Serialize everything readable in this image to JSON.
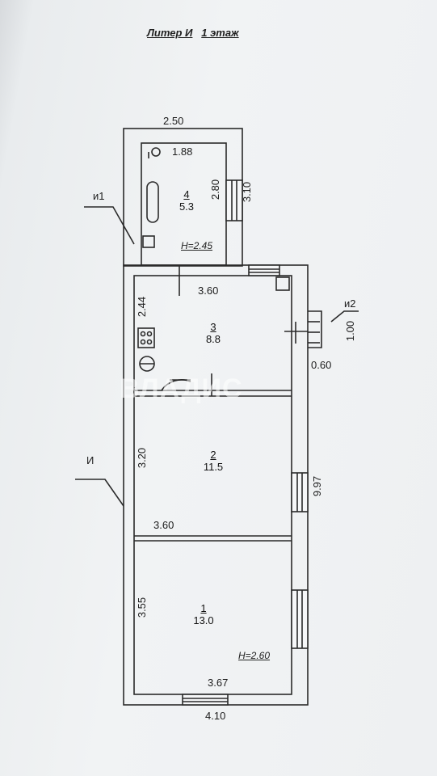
{
  "title": {
    "liter": "Литер И",
    "floor": "1 этаж"
  },
  "dimensions": {
    "top_width": "2.50",
    "room4_width": "1.88",
    "room4_height": "2.80",
    "annex_height": "3.10",
    "room3_width": "3.60",
    "room3_height": "2.44",
    "room2_height": "3.20",
    "room2_width": "3.60",
    "total_length": "9.97",
    "room1_height": "3.55",
    "room1_width": "3.67",
    "total_width": "4.10",
    "porch_depth": "1.00",
    "porch_width": "0.60"
  },
  "rooms": [
    {
      "number": "4",
      "area": "5.3"
    },
    {
      "number": "3",
      "area": "8.8"
    },
    {
      "number": "2",
      "area": "11.5"
    },
    {
      "number": "1",
      "area": "13.0"
    }
  ],
  "heights": {
    "annex": "H=2.45",
    "main": "H=2.60"
  },
  "leaders": {
    "i1": "и1",
    "i2": "и2",
    "i": "И"
  },
  "watermark": "ВЛАДИС"
}
